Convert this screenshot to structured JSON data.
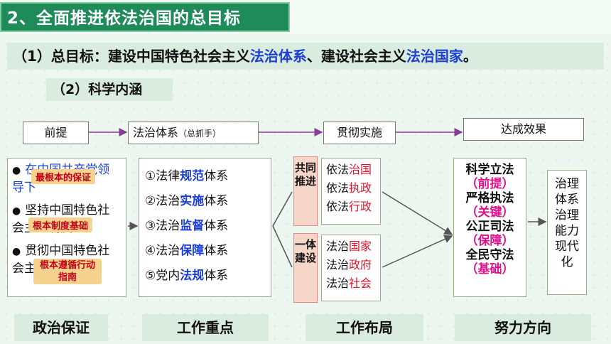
{
  "header": {
    "title": "2、全面推进依法治国的总目标"
  },
  "goal": {
    "prefix": "（1）总目标：建设中国特色社会主义",
    "hl1": "法治体系",
    "mid": "、建设社会主义",
    "hl2": "法治国家",
    "suffix": "。"
  },
  "section2": {
    "label": "（2）科学内涵"
  },
  "headers": {
    "premise": "前提",
    "system": "法治体系",
    "system_note": "（总抓手）",
    "implement": "贯彻实施",
    "effect": "达成效果"
  },
  "left": {
    "rows": [
      "在中国共产党领导下",
      "坚持中国特色社会主义制度",
      "贯彻中国特色社会主义法治理论"
    ],
    "tags": [
      "最根本的保证",
      "根本制度基础",
      "根本遵循行动指南"
    ]
  },
  "systems": {
    "items": [
      {
        "n": "①法律",
        "k": "规范",
        "s": "体系"
      },
      {
        "n": "②法治",
        "k": "实施",
        "s": "体系"
      },
      {
        "n": "③法治",
        "k": "监督",
        "s": "体系"
      },
      {
        "n": "④法治",
        "k": "保障",
        "s": "体系"
      },
      {
        "n": "⑤党内",
        "k": "法规",
        "s": "体系"
      }
    ]
  },
  "layout_groups": {
    "joint": {
      "label": "共同推进",
      "items": [
        {
          "a": "依法",
          "b": "治国"
        },
        {
          "a": "依法",
          "b": "执政"
        },
        {
          "a": "依法",
          "b": "行政"
        }
      ]
    },
    "unified": {
      "label": "一体建设",
      "items": [
        {
          "a": "法治",
          "b": "国家"
        },
        {
          "a": "法治",
          "b": "政府"
        },
        {
          "a": "法治",
          "b": "社会"
        }
      ]
    }
  },
  "effects": {
    "items": [
      {
        "main": "科学立法",
        "note": "（前提）"
      },
      {
        "main": "严格执法",
        "note": "（关键）"
      },
      {
        "main": "公正司法",
        "note": "（保障）"
      },
      {
        "main": "全民守法",
        "note": "（基础）"
      }
    ]
  },
  "result": {
    "lines": [
      "治理",
      "体系",
      "治理",
      "能力",
      "现代",
      "化"
    ]
  },
  "footer": {
    "labels": [
      "政治保证",
      "工作重点",
      "工作布局",
      "努力方向"
    ]
  },
  "colors": {
    "title_bg": "#1f8a5a",
    "highlight_blue": "#1b3fd6",
    "highlight_red": "#e0102a",
    "tag_bg": "#f6d28f"
  }
}
